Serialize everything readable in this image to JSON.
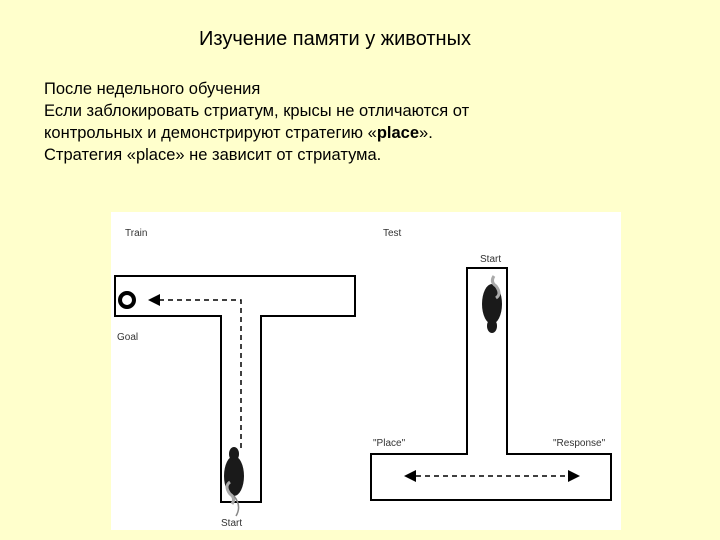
{
  "slide": {
    "title": "Изучение памяти у животных",
    "lines": [
      "После недельного обучения",
      "Если заблокировать стриатум, крысы не отличаются от",
      "контрольных и демонстрируют стратегию «",
      "place",
      "».",
      "Стратегия «place» не зависит от стриатума."
    ]
  },
  "figure": {
    "train": {
      "label": "Train",
      "goal_label": "Goal",
      "start_label": "Start"
    },
    "test": {
      "label": "Test",
      "start_label": "Start",
      "place_label": "\"Place\"",
      "response_label": "\"Response\""
    }
  }
}
